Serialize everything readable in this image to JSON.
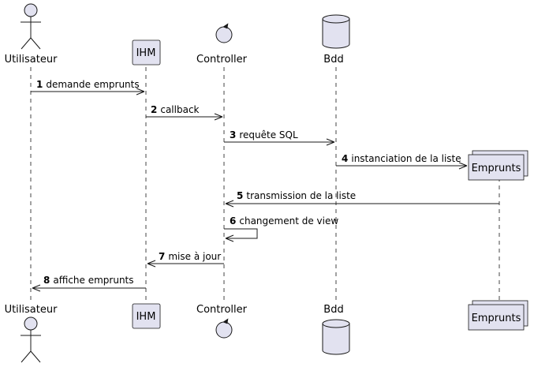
{
  "colors": {
    "participant_fill": "#e2e2f0",
    "participant_stroke": "#181818",
    "lifeline": "#181818",
    "arrow": "#181818"
  },
  "participants": {
    "utilisateur": {
      "label": "Utilisateur",
      "kind": "actor"
    },
    "ihm": {
      "label": "IHM",
      "kind": "participant"
    },
    "controller": {
      "label": "Controller",
      "kind": "control"
    },
    "bdd": {
      "label": "Bdd",
      "kind": "database"
    },
    "emprunts": {
      "label": "Emprunts",
      "kind": "collections"
    }
  },
  "messages": [
    {
      "num": "1",
      "text": "demande emprunts",
      "from": "utilisateur",
      "to": "ihm"
    },
    {
      "num": "2",
      "text": "callback",
      "from": "ihm",
      "to": "controller"
    },
    {
      "num": "3",
      "text": "requête SQL",
      "from": "controller",
      "to": "bdd"
    },
    {
      "num": "4",
      "text": "instanciation de la liste",
      "from": "bdd",
      "to": "emprunts"
    },
    {
      "num": "5",
      "text": "transmission de la liste",
      "from": "emprunts",
      "to": "controller"
    },
    {
      "num": "6",
      "text": "changement de view",
      "from": "controller",
      "to": "controller"
    },
    {
      "num": "7",
      "text": "mise à jour",
      "from": "controller",
      "to": "ihm"
    },
    {
      "num": "8",
      "text": "affiche emprunts",
      "from": "ihm",
      "to": "utilisateur"
    }
  ]
}
